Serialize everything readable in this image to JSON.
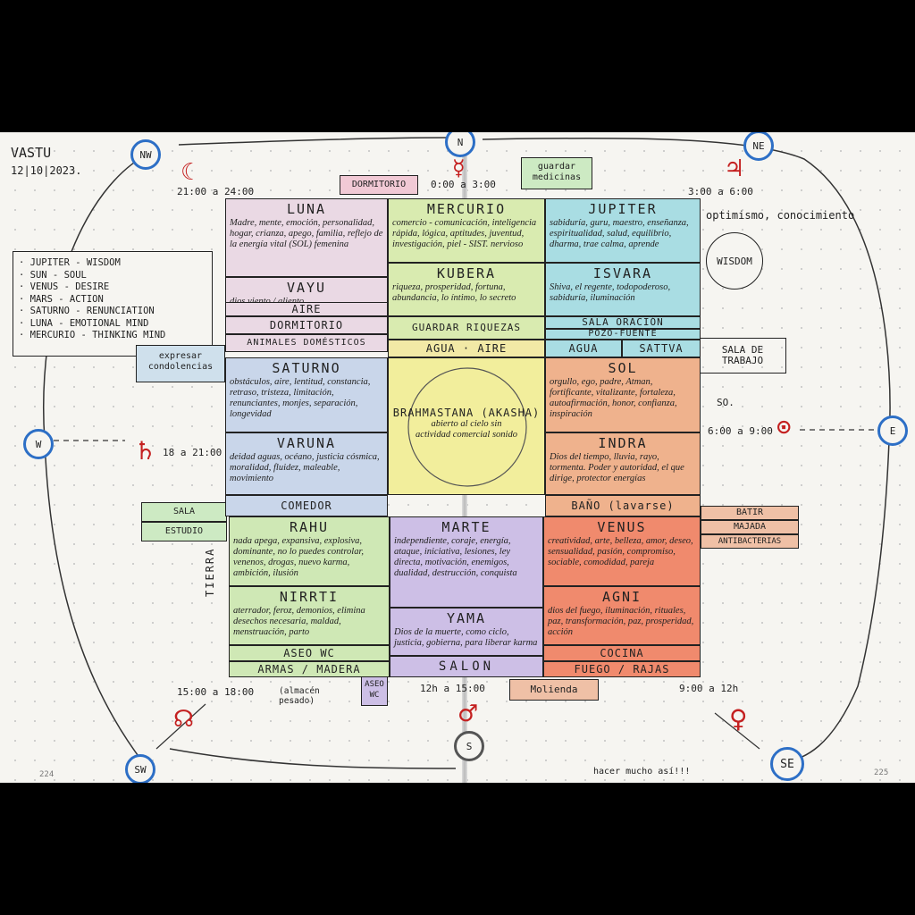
{
  "header": {
    "title": "VASTU",
    "date": "12|10|2023."
  },
  "directions": {
    "north": "N",
    "south": "S",
    "east": "E",
    "west": "W",
    "northeast": "NE",
    "northwest": "NW",
    "southeast": "SE",
    "southwest": "SW"
  },
  "planet_symbols": {
    "luna": "☾",
    "mercurio": "☿",
    "jupiter": "♃",
    "saturno": "♄",
    "sol": "⊙",
    "rahu": "☊",
    "marte": "♂",
    "venus": "♀"
  },
  "times": {
    "nw": "21:00 a 24:00",
    "n": "0:00 a 3:00",
    "ne": "3:00 a 6:00",
    "w": "18 a 21:00",
    "e": "6:00 a 9:00",
    "sw": "15:00 a 18:00",
    "sw_note": "(almacén pesado)",
    "s": "12h a 15:00",
    "se": "9:00 a 12h"
  },
  "legend": [
    "· JUPITER - WISDOM",
    "· SUN - SOUL",
    "· VENUS - DESIRE",
    "· MARS - ACTION",
    "· SATURNO - RENUNCIATION",
    "· LUNA - EMOTIONAL MIND",
    "· MERCURIO - THINKING MIND"
  ],
  "outside_labels": {
    "dormitorio_top": "DORMITORIO",
    "guardar_medicinas": "guardar medicinas",
    "optimismo": "optimismo, conocimiento",
    "wisdom": "WISDOM",
    "expresar": "expresar condolencias",
    "sala_trabajo": "SALA DE TRABAJO",
    "so": "SO.",
    "sala_estudio_1": "SALA",
    "sala_estudio_2": "ESTUDIO",
    "batir": "BATIR",
    "majada": "MAJADA",
    "antibacterias": "ANTIBACTERIAS",
    "tierra": "TIERRA",
    "aseo_wc_small": "ASEO WC",
    "molienda": "Molienda",
    "hacer_mucho": "hacer mucho así!!!",
    "page_left": "224",
    "page_right": "225"
  },
  "cells": {
    "luna": {
      "title": "LUNA",
      "body": "Madre, mente, emoción, personalidad, hogar, crianza, apego, familia, reflejo de la energía vital (SOL) femenina"
    },
    "mercurio": {
      "title": "MERCURIO",
      "body": "comercio - comunicación, inteligencia rápida, lógica, aptitudes, juventud, investigación, piel - SIST. nervioso"
    },
    "jupiter": {
      "title": "JUPITER",
      "body": "sabiduría, guru, maestro, enseñanza, espiritualidad, salud, equilibrio, dharma, trae calma, aprende"
    },
    "vayu": {
      "title": "VAYU",
      "body": "dios viento / aliento"
    },
    "kubera": {
      "title": "KUBERA",
      "body": "riqueza, prosperidad, fortuna, abundancia, lo íntimo, lo secreto"
    },
    "isvara": {
      "title": "ISVARA",
      "body": "Shiva, el regente, todopoderoso, sabiduría, iluminación"
    },
    "saturno": {
      "title": "SATURNO",
      "body": "obstáculos, aire, lentitud, constancia, retraso, tristeza, limitación, renunciantes, monjes, separación, longevidad"
    },
    "brahmastana": {
      "title": "BRAHMASTANA (AKASHA)",
      "body": "abierto al cielo sin actividad comercial sonido"
    },
    "sol": {
      "title": "SOL",
      "body": "orgullo, ego, padre, Atman, fortificante, vitalizante, fortaleza, autoafirmación, honor, confianza, inspiración"
    },
    "varuna": {
      "title": "VARUNA",
      "body": "deidad aguas, océano, justicia cósmica, moralidad, fluidez, maleable, movimiento"
    },
    "indra": {
      "title": "INDRA",
      "body": "Dios del tiempo, lluvia, rayo, tormenta. Poder y autoridad, el que dirige, protector energías"
    },
    "rahu": {
      "title": "RAHU",
      "body": "nada apega, expansiva, explosiva, dominante, no lo puedes controlar, venenos, drogas, nuevo karma, ambición, ilusión"
    },
    "marte": {
      "title": "MARTE",
      "body": "independiente, coraje, energía, ataque, iniciativa, lesiones, ley directa, motivación, enemigos, dualidad, destrucción, conquista"
    },
    "venus": {
      "title": "VENUS",
      "body": "creatividad, arte, belleza, amor, deseo, sensualidad, pasión, compromiso, sociable, comodidad, pareja"
    },
    "nirrti": {
      "title": "NIRRTI",
      "body": "aterrador, feroz, demonios, elimina desechos necesaria, maldad, menstruación, parto"
    },
    "yama": {
      "title": "YAMA",
      "body": "Dios de la muerte, como ciclo, justicia, gobierna, para liberar karma"
    },
    "agni": {
      "title": "AGNI",
      "body": "dios del fuego, iluminación, rituales, paz, transformación, paz, prosperidad, acción"
    }
  },
  "strips": {
    "aire": "AIRE",
    "dormitorio": "DORMITORIO",
    "animales": "ANIMALES DOMÉSTICOS",
    "guardar_riquezas": "GUARDAR RIQUEZAS",
    "agua_aire": "AGUA · AIRE",
    "sala_oracion": "SALA ORACIÓN",
    "pozo_fuente": "POZO-FUENTE",
    "agua": "AGUA",
    "sattva": "SATTVA",
    "comedor": "COMEDOR",
    "bano": "BAÑO (lavarse)",
    "aseo_wc": "ASEO WC",
    "armas_madera": "ARMAS / MADERA",
    "salon": "SALON",
    "cocina": "COCINA",
    "fuego_rajas": "FUEGO / RAJAS"
  },
  "colors": {
    "luna": "#ead9e4",
    "mercurio": "#d9ebb0",
    "jupiter": "#a9dde3",
    "saturno": "#c9d6ea",
    "brahmastana": "#f2ee9c",
    "sol": "#efb28d",
    "rahu": "#cfe8b5",
    "marte": "#cdbfe6",
    "venus": "#f08a6d",
    "label_green": "#cdeac3",
    "label_pink": "#f1c9d5",
    "label_orange": "#f0b995",
    "label_yellow": "#f2e9a6",
    "label_blue": "#cfe0ec",
    "direction_ring": "#2d6fc6",
    "symbol_red": "#c42020"
  }
}
